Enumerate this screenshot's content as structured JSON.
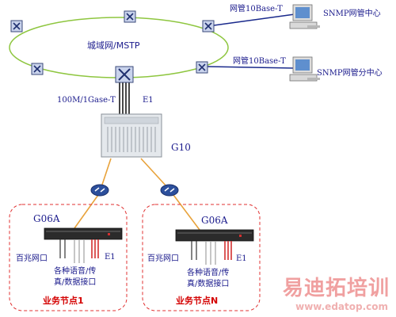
{
  "ring_label": "城域网/MSTP",
  "links": {
    "nms_top": "网管10Base-T",
    "nms_bottom": "网管10Base-T",
    "uplink": "100M/1Gase-T",
    "e1_top": "E1"
  },
  "stations": {
    "center": "SNMP网管中心",
    "branch": "SNMP网管分中心"
  },
  "core_device": "G10",
  "nodes": [
    {
      "device": "G06A",
      "ethernet": "百兆网口",
      "e1": "E1",
      "interfaces_line1": "各种语音/传",
      "interfaces_line2": "真/数据接口",
      "title": "业务节点1"
    },
    {
      "device": "G06A",
      "ethernet": "百兆网口",
      "e1": "E1",
      "interfaces_line1": "各种语音/传",
      "interfaces_line2": "真/数据接口",
      "title": "业务节点N"
    }
  ],
  "watermark": {
    "name": "易迪拓培训",
    "url": "www.edatop.com"
  },
  "colors": {
    "ring": "#8ec63f",
    "link_blue": "#1a2a8c",
    "link_orange": "#e8a23a",
    "dashed_border": "#e03030",
    "label_blue": "#1a1a8c",
    "label_red": "#d40000"
  }
}
